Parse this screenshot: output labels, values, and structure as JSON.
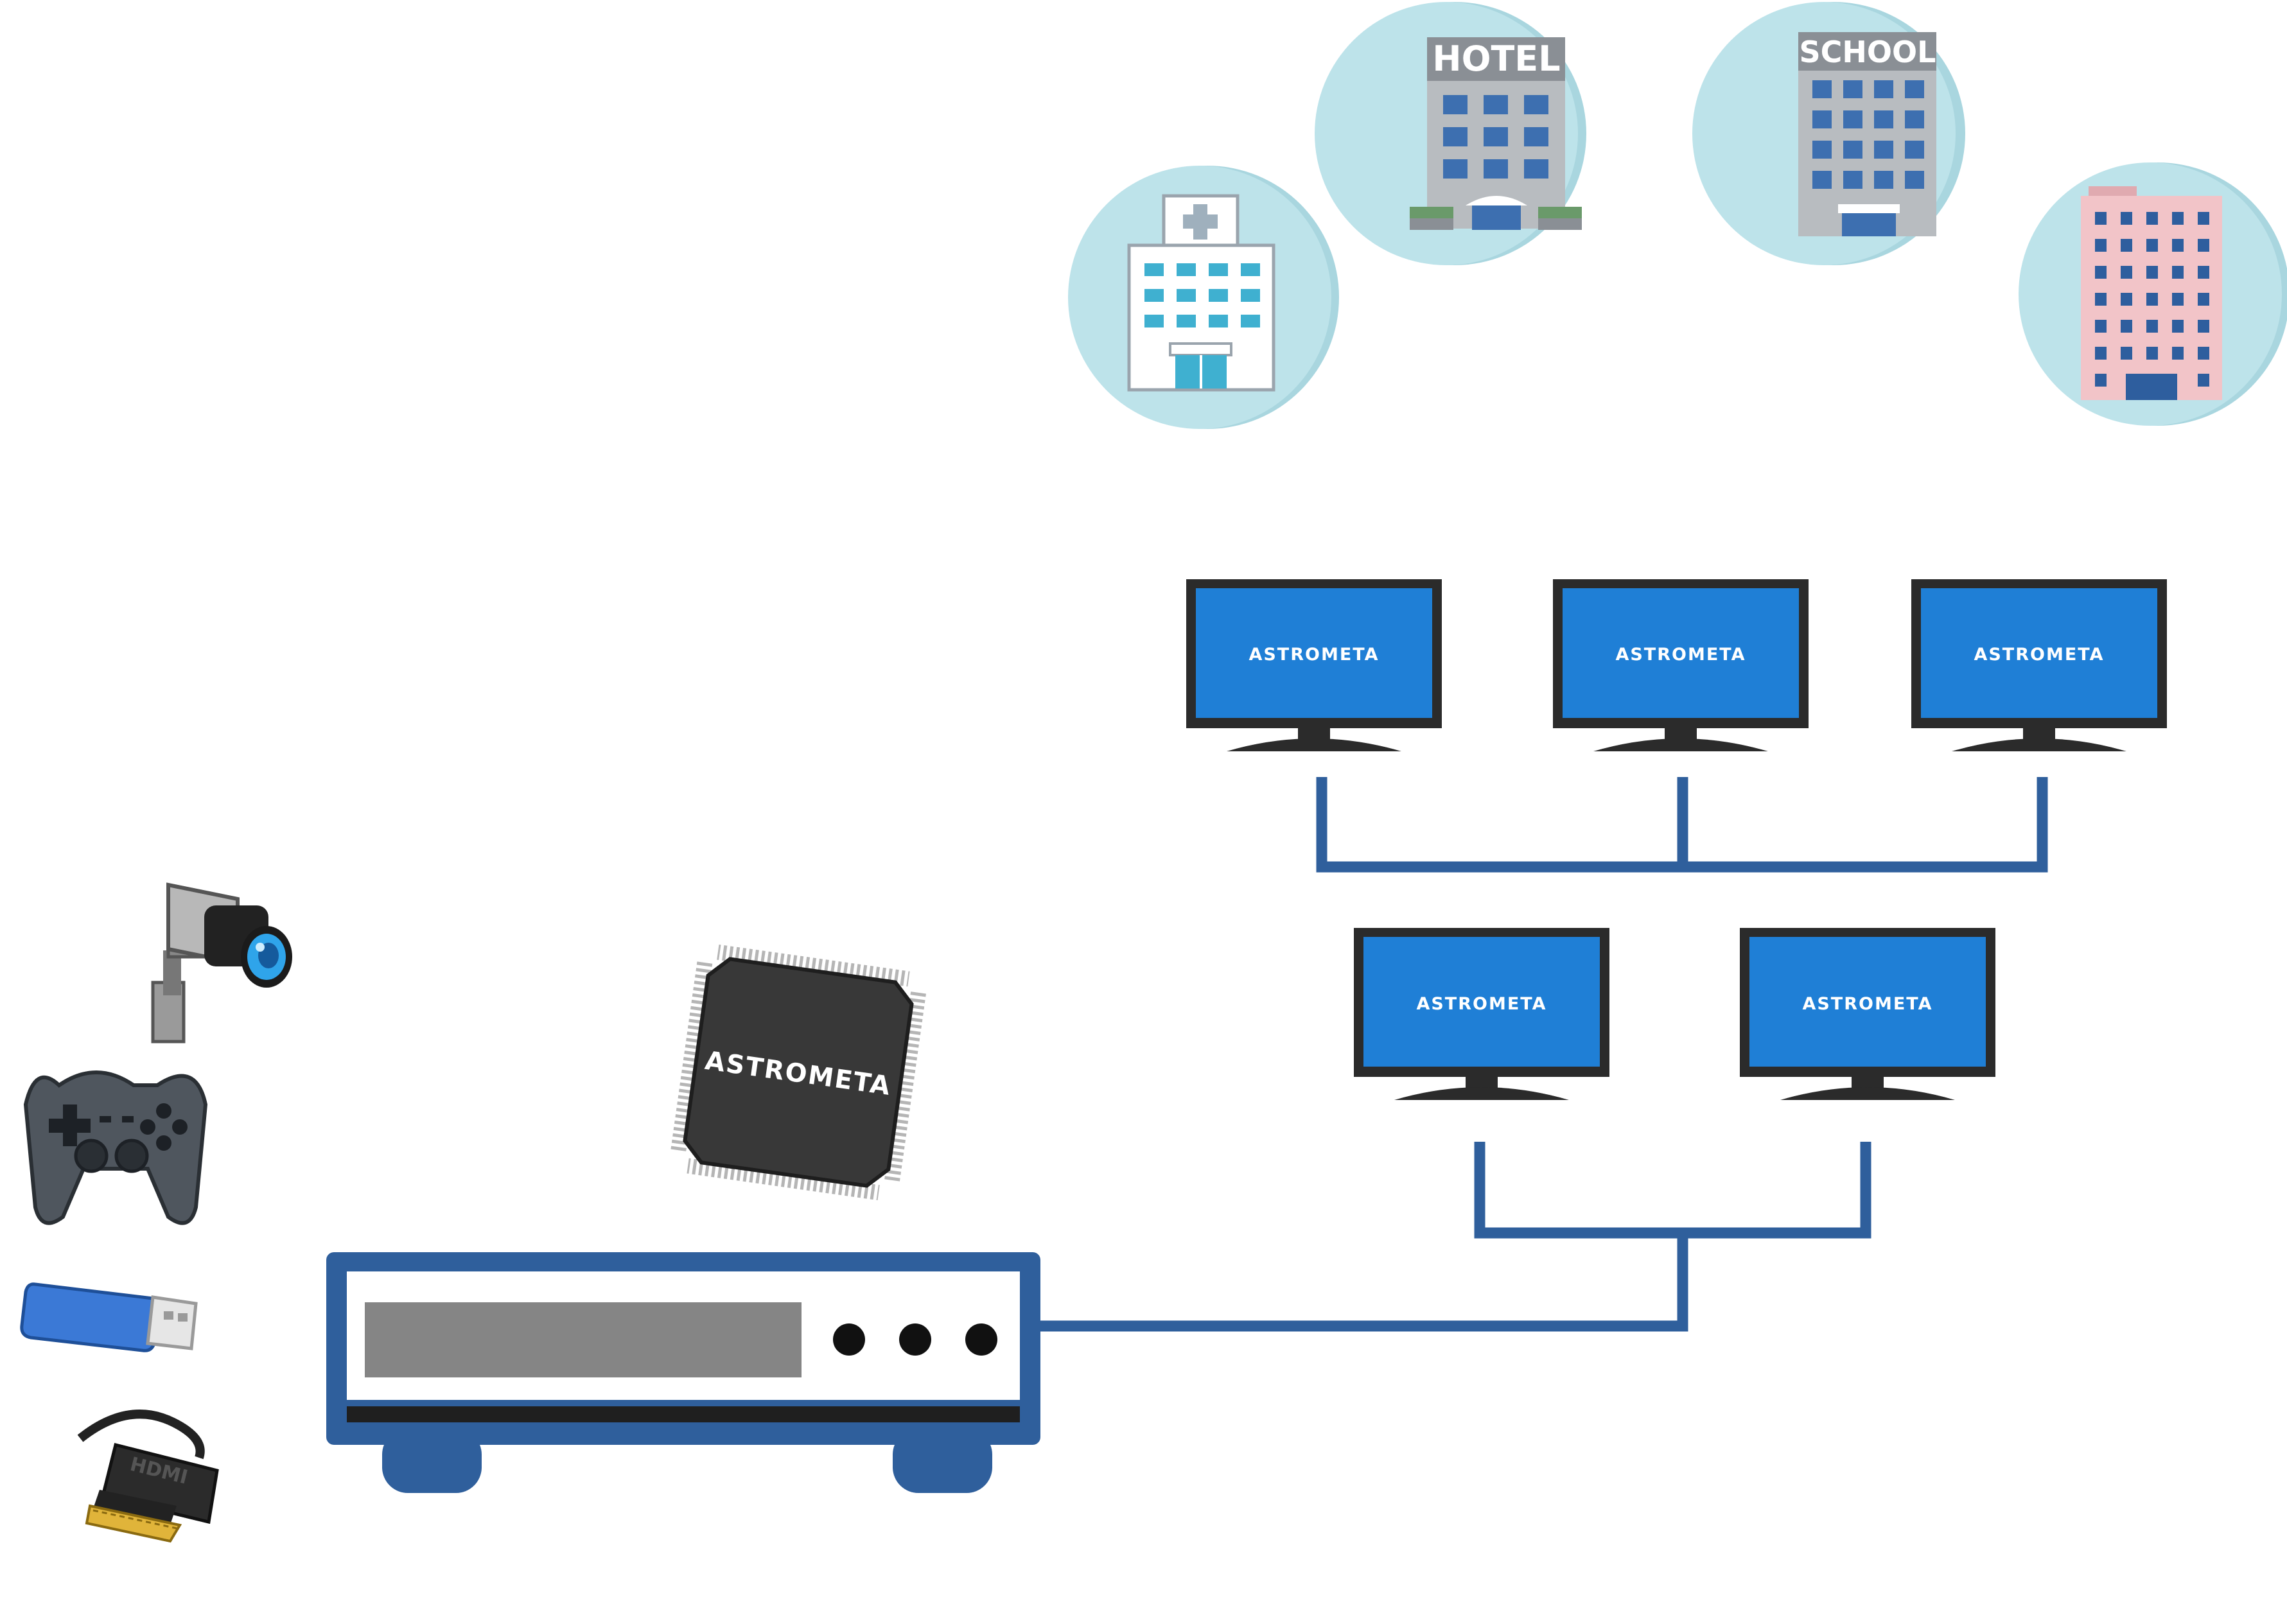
{
  "colors": {
    "accent_blue": "#2f5f9c",
    "screen_blue": "#1f7fd6",
    "circle_bg": "#bde3ea",
    "frame_dark": "#2b2b2b"
  },
  "venues": [
    {
      "kind": "hospital",
      "sign": ""
    },
    {
      "kind": "hotel",
      "sign": "HOTEL"
    },
    {
      "kind": "school",
      "sign": "SCHOOL"
    },
    {
      "kind": "apartment",
      "sign": ""
    }
  ],
  "displays": [
    {
      "brand": "ASTROMETA"
    },
    {
      "brand": "ASTROMETA"
    },
    {
      "brand": "ASTROMETA"
    },
    {
      "brand": "ASTROMETA"
    },
    {
      "brand": "ASTROMETA"
    }
  ],
  "chip": {
    "brand": "ASTROMETA"
  },
  "hdmi": {
    "label": "HDMI"
  },
  "sources": [
    "camera-icon",
    "gamepad-icon",
    "usb-drive-icon",
    "hdmi-cable-icon"
  ]
}
